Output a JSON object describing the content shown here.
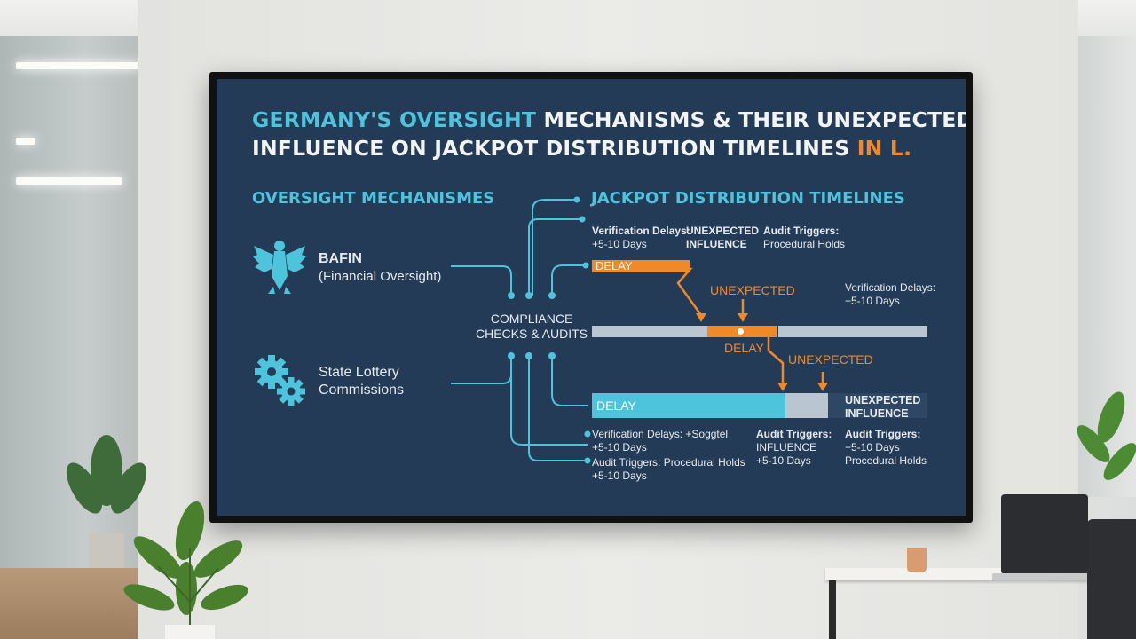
{
  "title": {
    "line1_accent": "GERMANY'S OVERSIGHT",
    "line1_rest": " MECHANISMS & THEIR UNEXPECTED",
    "line2_main": "INFLUENCE ON JACKPOT DISTRIBUTION TIMELINES ",
    "line2_accent": "IN L."
  },
  "left": {
    "heading": "OVERSIGHT MECHANISMES",
    "bafin_name": "BAFIN",
    "bafin_desc": "(Financial Oversight)",
    "state_line1": "State Lottery",
    "state_line2": "Commissions"
  },
  "hub": {
    "line1": "COMPLIANCE",
    "line2": "CHECKS & AUDITS"
  },
  "right": {
    "heading": "JACKPOT DISTRIBUTION TIMELINES",
    "top_notes": {
      "a1": "Verification Delays:",
      "a2": "+5-10 Days",
      "b1": "UNEXPECTED",
      "b2": "INFLUENCE",
      "c1": "Audit Triggers:",
      "c2": "Procedural Holds"
    },
    "row1_delay": "DELAY",
    "unexpected_1": "UNEXPECTED",
    "side_note_1": "Verification Delays:",
    "side_note_2": "+5-10 Days",
    "row2_delay": "DELAY",
    "unexpected_2": "UNEXPECTED",
    "row3_delay": "DELAY",
    "row3_end_1": "UNEXPECTED",
    "row3_end_2": "INFLUENCE",
    "bottom_notes": {
      "d1": "Verification Delays: +Soggtel",
      "d2": "+5-10 Days",
      "e1": "Audit Triggers: Procedural Holds",
      "e2": "+5-10 Days",
      "f1": "Audit Triggers:",
      "f2": "INFLUENCE",
      "f3": "+5-10 Days",
      "g1": "Audit Triggers:",
      "g2": "+5-10 Days",
      "g3": "Procedural Holds"
    }
  },
  "colors": {
    "background": "#243b57",
    "cyan": "#4ec3dc",
    "orange": "#f0892a",
    "grey_bar": "#b9c6d1"
  }
}
